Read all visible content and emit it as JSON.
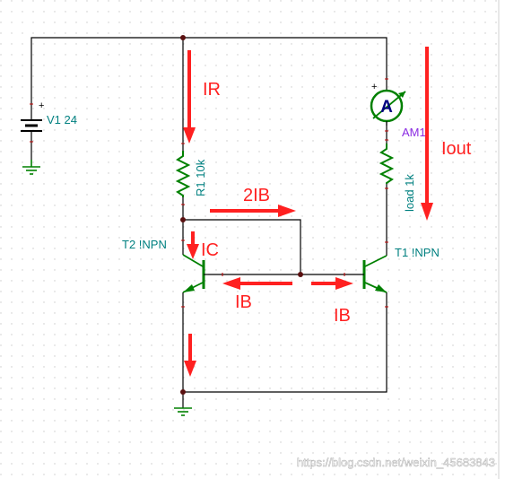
{
  "components": {
    "v1": {
      "label": "V1 24",
      "plus": "+"
    },
    "r1": {
      "label": "R1 10k"
    },
    "load": {
      "label": "load 1k"
    },
    "ammeter": {
      "label": "AM1",
      "symbol": "A",
      "plus": "+"
    },
    "t1": {
      "label": "T1 !NPN"
    },
    "t2": {
      "label": "T2 !NPN"
    }
  },
  "annotations": {
    "ir": "IR",
    "iout": "Iout",
    "two_ib": "2IB",
    "ic": "IC",
    "ib_left": "IB",
    "ib_right": "IB"
  },
  "watermark": "https://blog.csdn.net/weixin_45683843",
  "colors": {
    "wire": "#000000",
    "component_label": "#008080",
    "ammeter_label": "#8a2be2",
    "annotation": "#ff0000",
    "ground": "#008000",
    "node": "#8b0000",
    "grid": "#c8c8c8"
  }
}
